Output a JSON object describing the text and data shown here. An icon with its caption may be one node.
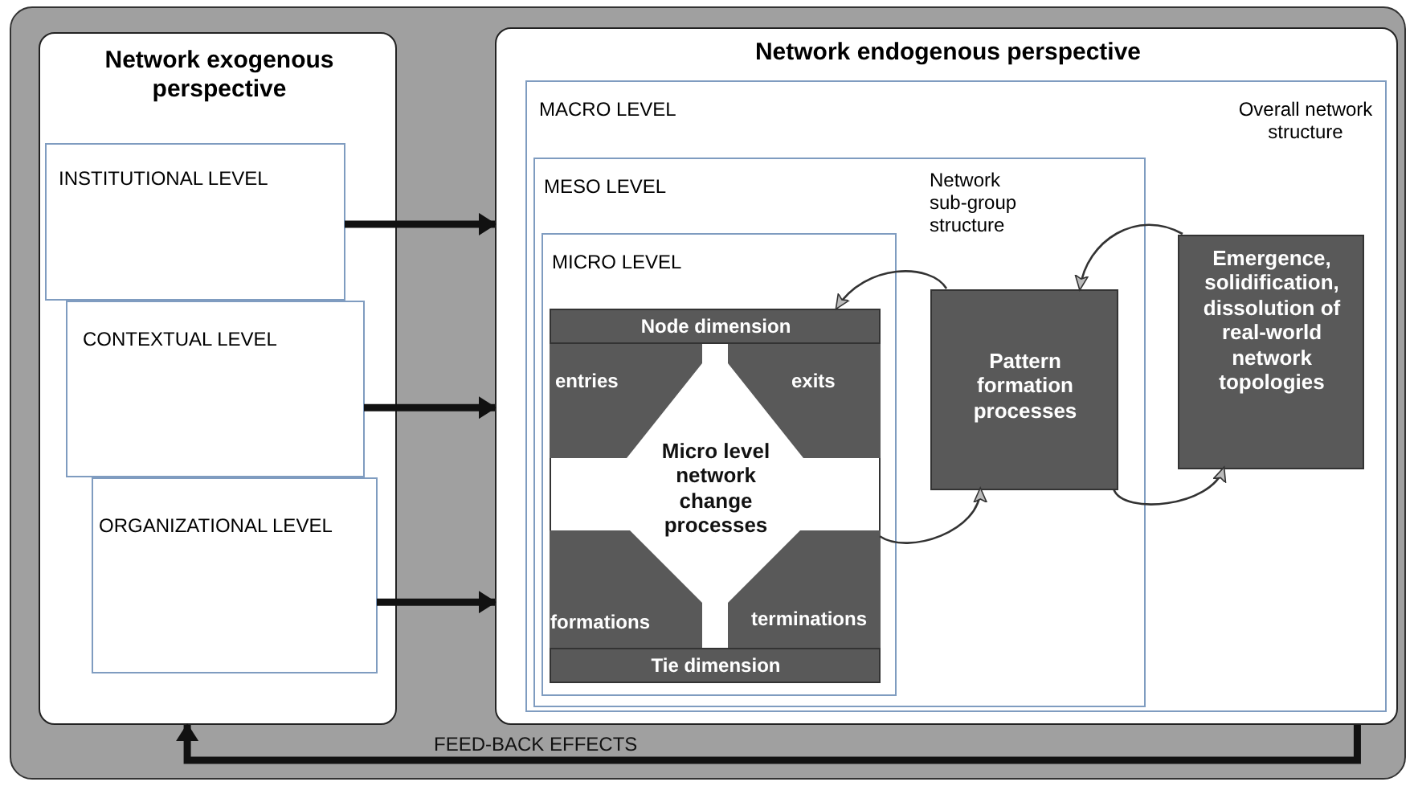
{
  "diagram": {
    "nodes": [
      {
        "text": [
          "Network exogenous perspective"
        ]
      },
      {
        "text": [
          "INSTITUTIONAL LEVEL"
        ],
        "in": 0
      },
      {
        "text": [
          "CONTEXTUAL LEVEL"
        ],
        "in": 0
      },
      {
        "text": [
          "ORGANIZATIONAL LEVEL"
        ],
        "in": 0
      },
      {
        "text": [
          "Network endogenous perspective"
        ]
      },
      {
        "text": [
          "MACRO LEVEL",
          "Overall network structure"
        ],
        "in": 4
      },
      {
        "text": [
          "MESO LEVEL",
          "Network sub-group structure"
        ],
        "in": 5
      },
      {
        "text": [
          "MICRO LEVEL"
        ],
        "in": 6
      },
      {
        "text": [
          "Micro level network change processes"
        ],
        "in": 7
      },
      {
        "text": [
          "Node dimension"
        ],
        "in": 8
      },
      {
        "text": [
          "entries"
        ],
        "in": 8
      },
      {
        "text": [
          "exits"
        ],
        "in": 8
      },
      {
        "text": [
          "formations"
        ],
        "in": 8
      },
      {
        "text": [
          "terminations"
        ],
        "in": 8
      },
      {
        "text": [
          "Tie dimension"
        ],
        "in": 8
      },
      {
        "text": [
          "Pattern formation processes"
        ],
        "in": 6
      },
      {
        "text": [
          "Emergence, solidification, dissolution of real-world network topologies"
        ],
        "in": 5
      }
    ],
    "edges": [
      {
        "from": 1,
        "to": 4,
        "arrow": "to",
        "style": "thick"
      },
      {
        "from": 2,
        "to": 4,
        "arrow": "to",
        "style": "thick"
      },
      {
        "from": 3,
        "to": 4,
        "arrow": "to",
        "style": "thick"
      },
      {
        "from": 4,
        "to": 0,
        "arrow": "to",
        "style": "thick",
        "label": "FEED-BACK EFFECTS"
      },
      {
        "from": 15,
        "to": 8,
        "arrow": "to"
      },
      {
        "from": 8,
        "to": 15,
        "arrow": "to"
      },
      {
        "from": 16,
        "to": 15,
        "arrow": "to"
      },
      {
        "from": 15,
        "to": 16,
        "arrow": "to"
      }
    ]
  }
}
